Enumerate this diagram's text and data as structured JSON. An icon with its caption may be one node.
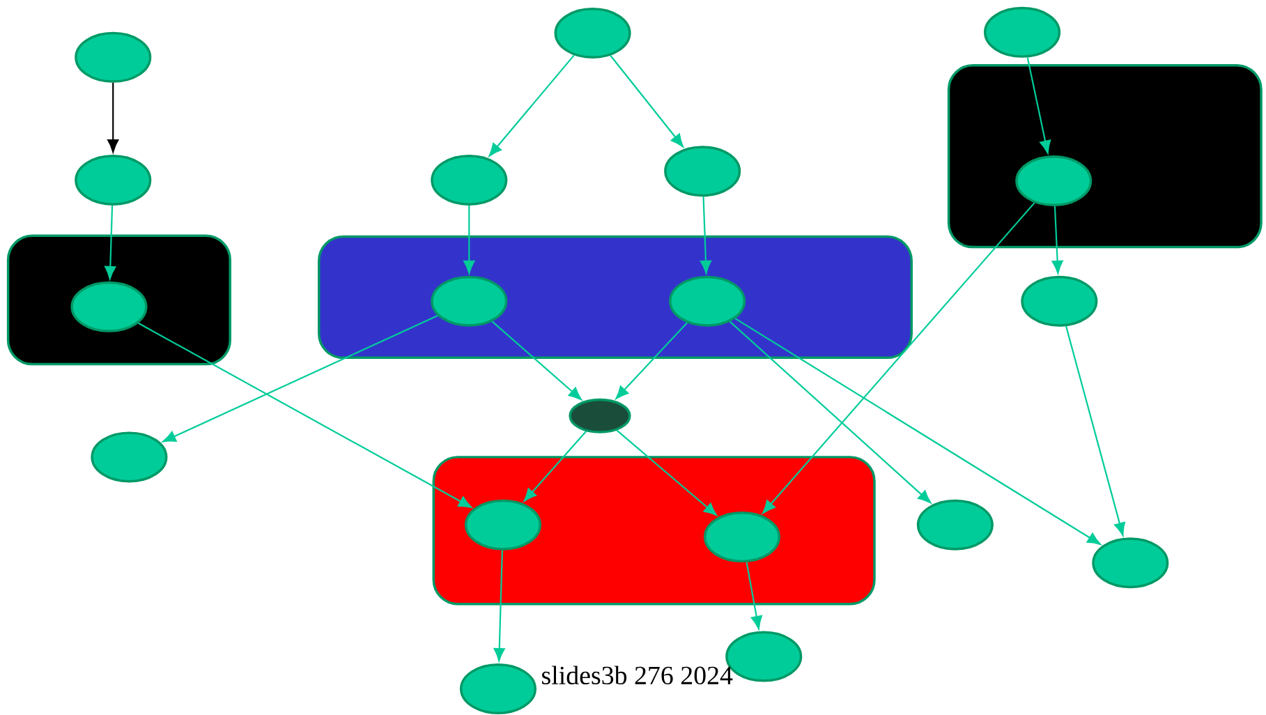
{
  "diagram": {
    "nodes": [
      {
        "text": [],
        "shape": "ellipse"
      },
      {
        "text": [],
        "shape": "ellipse"
      },
      {
        "text": [],
        "shape": "box"
      },
      {
        "text": [],
        "shape": "ellipse",
        "in": 2
      },
      {
        "text": [],
        "shape": "ellipse"
      },
      {
        "text": [],
        "shape": "ellipse"
      },
      {
        "text": [],
        "shape": "ellipse"
      },
      {
        "text": [],
        "shape": "box"
      },
      {
        "text": [],
        "shape": "ellipse",
        "in": 7
      },
      {
        "text": [],
        "shape": "ellipse",
        "in": 7
      },
      {
        "text": [],
        "shape": "ellipse"
      },
      {
        "text": [],
        "shape": "box"
      },
      {
        "text": [],
        "shape": "ellipse",
        "in": 11
      },
      {
        "text": [],
        "shape": "ellipse"
      },
      {
        "text": [],
        "shape": "ellipse"
      },
      {
        "text": [],
        "shape": "ellipse"
      },
      {
        "text": [],
        "shape": "box"
      },
      {
        "text": [],
        "shape": "ellipse",
        "in": 16
      },
      {
        "text": [],
        "shape": "ellipse",
        "in": 16
      },
      {
        "text": [],
        "shape": "ellipse"
      },
      {
        "text": [],
        "shape": "ellipse"
      },
      {
        "text": [],
        "shape": "ellipse"
      },
      {
        "text": [],
        "shape": "ellipse"
      }
    ],
    "edges": [
      {
        "from": 0,
        "to": 1,
        "arrow": "to",
        "color": "#000000"
      },
      {
        "from": 1,
        "to": 3,
        "arrow": "to"
      },
      {
        "from": 4,
        "to": 5,
        "arrow": "to"
      },
      {
        "from": 4,
        "to": 6,
        "arrow": "to"
      },
      {
        "from": 5,
        "to": 8,
        "arrow": "to"
      },
      {
        "from": 6,
        "to": 9,
        "arrow": "to"
      },
      {
        "from": 10,
        "to": 12,
        "arrow": "to"
      },
      {
        "from": 12,
        "to": 13,
        "arrow": "to"
      },
      {
        "from": 12,
        "to": 18,
        "arrow": "to"
      },
      {
        "from": 8,
        "to": 15,
        "arrow": "to"
      },
      {
        "from": 8,
        "to": 14,
        "arrow": "to"
      },
      {
        "from": 9,
        "to": 14,
        "arrow": "to"
      },
      {
        "from": 9,
        "to": 19,
        "arrow": "to"
      },
      {
        "from": 9,
        "to": 20,
        "arrow": "to"
      },
      {
        "from": 13,
        "to": 20,
        "arrow": "to"
      },
      {
        "from": 3,
        "to": 17,
        "arrow": "to"
      },
      {
        "from": 14,
        "to": 17,
        "arrow": "to"
      },
      {
        "from": 14,
        "to": 18,
        "arrow": "to"
      },
      {
        "from": 17,
        "to": 22,
        "arrow": "to"
      },
      {
        "from": 18,
        "to": 21,
        "arrow": "to"
      }
    ],
    "labels": [
      "slides3b 276 2024"
    ]
  }
}
